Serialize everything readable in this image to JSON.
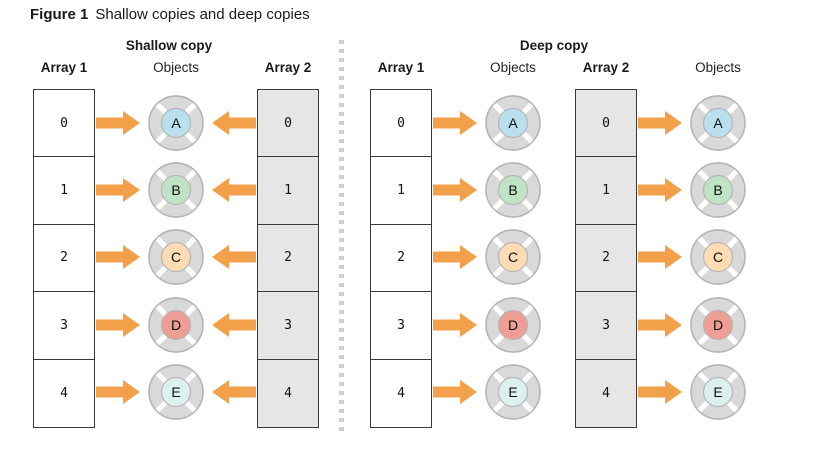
{
  "figure": {
    "label": "Figure 1",
    "title": "Shallow copies and deep copies"
  },
  "colors": {
    "arrow": "#F2A04A",
    "array_filled_bg": "#E6E6E6",
    "array_plain_bg": "#FFFFFF",
    "array_border": "#3A3A3A",
    "object_ring": "#D9D9D9",
    "object_ring_stroke": "#B5B5B5",
    "divider": "#CFCFCF",
    "obj_A": "#B9E0EC",
    "obj_B": "#BFE3C4",
    "obj_C": "#FBDCB4",
    "obj_D": "#EE9E94",
    "obj_E": "#DDF0F0"
  },
  "panels": [
    {
      "id": "shallow",
      "title": "Shallow copy",
      "columns": [
        {
          "id": "shallow-array-1",
          "kind": "array",
          "heading": "Array 1",
          "heading_weight": "bold",
          "style": "plain",
          "cells": [
            "0",
            "1",
            "2",
            "3",
            "4"
          ]
        },
        {
          "id": "shallow-objects",
          "kind": "objects",
          "heading": "Objects",
          "heading_weight": "normal",
          "items": [
            {
              "letter": "A",
              "color": "#B9E0EC"
            },
            {
              "letter": "B",
              "color": "#BFE3C4"
            },
            {
              "letter": "C",
              "color": "#FBDCB4"
            },
            {
              "letter": "D",
              "color": "#EE9E94"
            },
            {
              "letter": "E",
              "color": "#DDF0F0"
            }
          ]
        },
        {
          "id": "shallow-array-2",
          "kind": "array",
          "heading": "Array 2",
          "heading_weight": "bold",
          "style": "filled",
          "cells": [
            "0",
            "1",
            "2",
            "3",
            "4"
          ]
        }
      ],
      "arrows": [
        {
          "id": "shallow-arrows-left",
          "direction": "right",
          "count": 5
        },
        {
          "id": "shallow-arrows-right",
          "direction": "left",
          "count": 5
        }
      ]
    },
    {
      "id": "deep",
      "title": "Deep copy",
      "columns": [
        {
          "id": "deep-array-1",
          "kind": "array",
          "heading": "Array 1",
          "heading_weight": "bold",
          "style": "plain",
          "cells": [
            "0",
            "1",
            "2",
            "3",
            "4"
          ]
        },
        {
          "id": "deep-objects-1",
          "kind": "objects",
          "heading": "Objects",
          "heading_weight": "normal",
          "items": [
            {
              "letter": "A",
              "color": "#B9E0EC"
            },
            {
              "letter": "B",
              "color": "#BFE3C4"
            },
            {
              "letter": "C",
              "color": "#FBDCB4"
            },
            {
              "letter": "D",
              "color": "#EE9E94"
            },
            {
              "letter": "E",
              "color": "#DDF0F0"
            }
          ]
        },
        {
          "id": "deep-array-2",
          "kind": "array",
          "heading": "Array 2",
          "heading_weight": "bold",
          "style": "filled",
          "cells": [
            "0",
            "1",
            "2",
            "3",
            "4"
          ]
        },
        {
          "id": "deep-objects-2",
          "kind": "objects",
          "heading": "Objects",
          "heading_weight": "normal",
          "items": [
            {
              "letter": "A",
              "color": "#B9E0EC"
            },
            {
              "letter": "B",
              "color": "#BFE3C4"
            },
            {
              "letter": "C",
              "color": "#FBDCB4"
            },
            {
              "letter": "D",
              "color": "#EE9E94"
            },
            {
              "letter": "E",
              "color": "#DDF0F0"
            }
          ]
        }
      ],
      "arrows": [
        {
          "id": "deep-arrows-1",
          "direction": "right",
          "count": 5
        },
        {
          "id": "deep-arrows-2",
          "direction": "right",
          "count": 5
        }
      ]
    }
  ]
}
